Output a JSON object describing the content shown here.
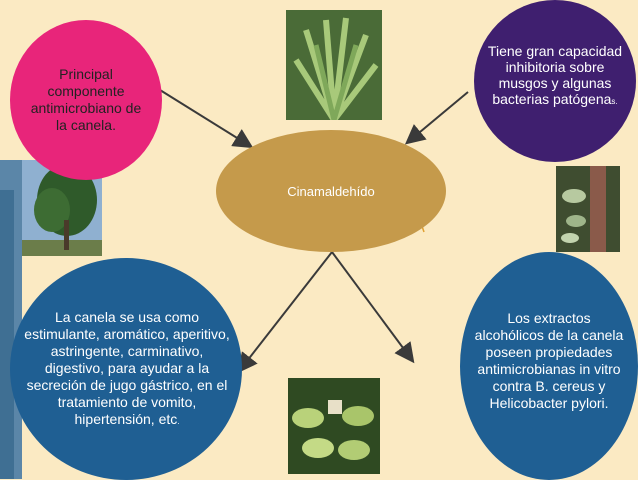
{
  "center": {
    "label": "Cinamaldehído"
  },
  "nodes": {
    "top_left": {
      "text": "Principal componente antimicrobiano de la canela."
    },
    "top_right": {
      "text_main": "Tiene gran capacidad inhibitoria sobre musgos y algunas bacterias patógena",
      "text_small": "s."
    },
    "bottom_left": {
      "text_main": "La canela se usa como estimulante, aromático, aperitivo, astringente, carminativo, digestivo, para ayudar a la secreción de jugo gástrico, en el tratamiento de vomito, hipertensión, etc",
      "text_small": "."
    },
    "bottom_right": {
      "text": "Los extractos alcohólicos de la canela poseen propiedades antimicrobianas in vitro contra B. cereus y Helicobacter pylori."
    }
  },
  "colors": {
    "background": "#fbeac3",
    "pink": "#e8257a",
    "purple": "#3f1f6f",
    "gold": "#c59a4b",
    "blue": "#1f5f93",
    "arrow": "#3a3a3a"
  },
  "images": [
    {
      "name": "plant-leaves-photo"
    },
    {
      "name": "cinnamon-tree-photo"
    },
    {
      "name": "bark-vine-photo"
    },
    {
      "name": "hosta-plant-photo"
    }
  ]
}
